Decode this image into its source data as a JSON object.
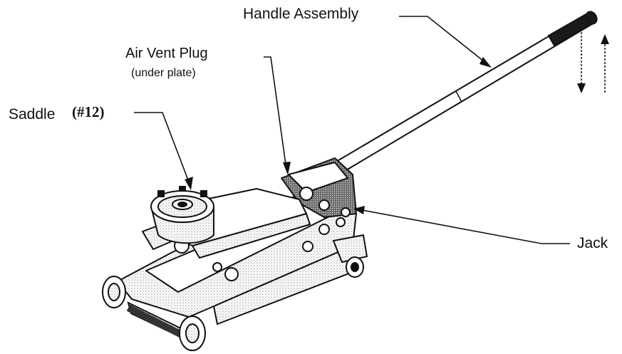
{
  "labels": {
    "handle_assembly": "Handle Assembly",
    "air_vent_plug": "Air Vent Plug",
    "air_vent_plug_note": "(under plate)",
    "saddle": "Saddle",
    "saddle_number": "(#12)",
    "jack": "Jack"
  },
  "colors": {
    "ink": "#111111",
    "shade": "#9a9a9a",
    "paper": "#ffffff"
  }
}
